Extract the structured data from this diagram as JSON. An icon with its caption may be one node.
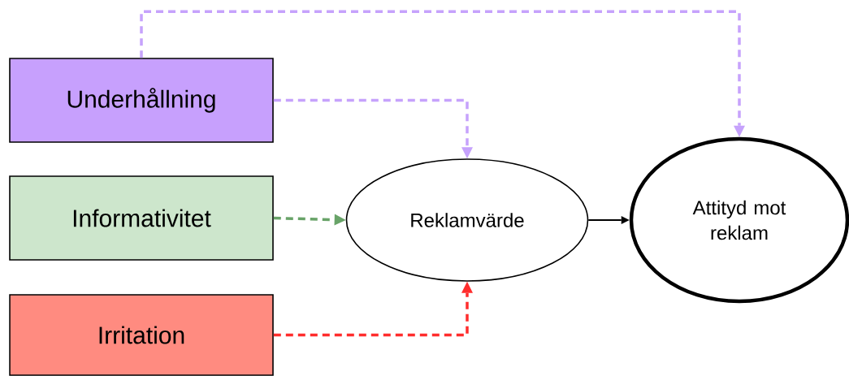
{
  "diagram": {
    "nodes": [
      {
        "text": [
          "Underhållning"
        ]
      },
      {
        "text": [
          "Informativitet"
        ]
      },
      {
        "text": [
          "Irritation"
        ]
      },
      {
        "text": [
          "Reklamvärde"
        ]
      },
      {
        "text": [
          "Attityd mot reklam"
        ]
      }
    ],
    "edges": [
      {
        "from": 0,
        "to": 4,
        "arrow": "to",
        "style": "dashed",
        "color": "#c6a2fc"
      },
      {
        "from": 0,
        "to": 3,
        "arrow": "to",
        "style": "dashed",
        "color": "#c6a2fc"
      },
      {
        "from": 1,
        "to": 3,
        "arrow": "to",
        "style": "dashed",
        "color": "#68a368"
      },
      {
        "from": 2,
        "to": 3,
        "arrow": "to",
        "style": "dashed",
        "color": "#ff2d2d"
      },
      {
        "from": 3,
        "to": 4,
        "arrow": "to",
        "color": "#000000"
      }
    ]
  }
}
